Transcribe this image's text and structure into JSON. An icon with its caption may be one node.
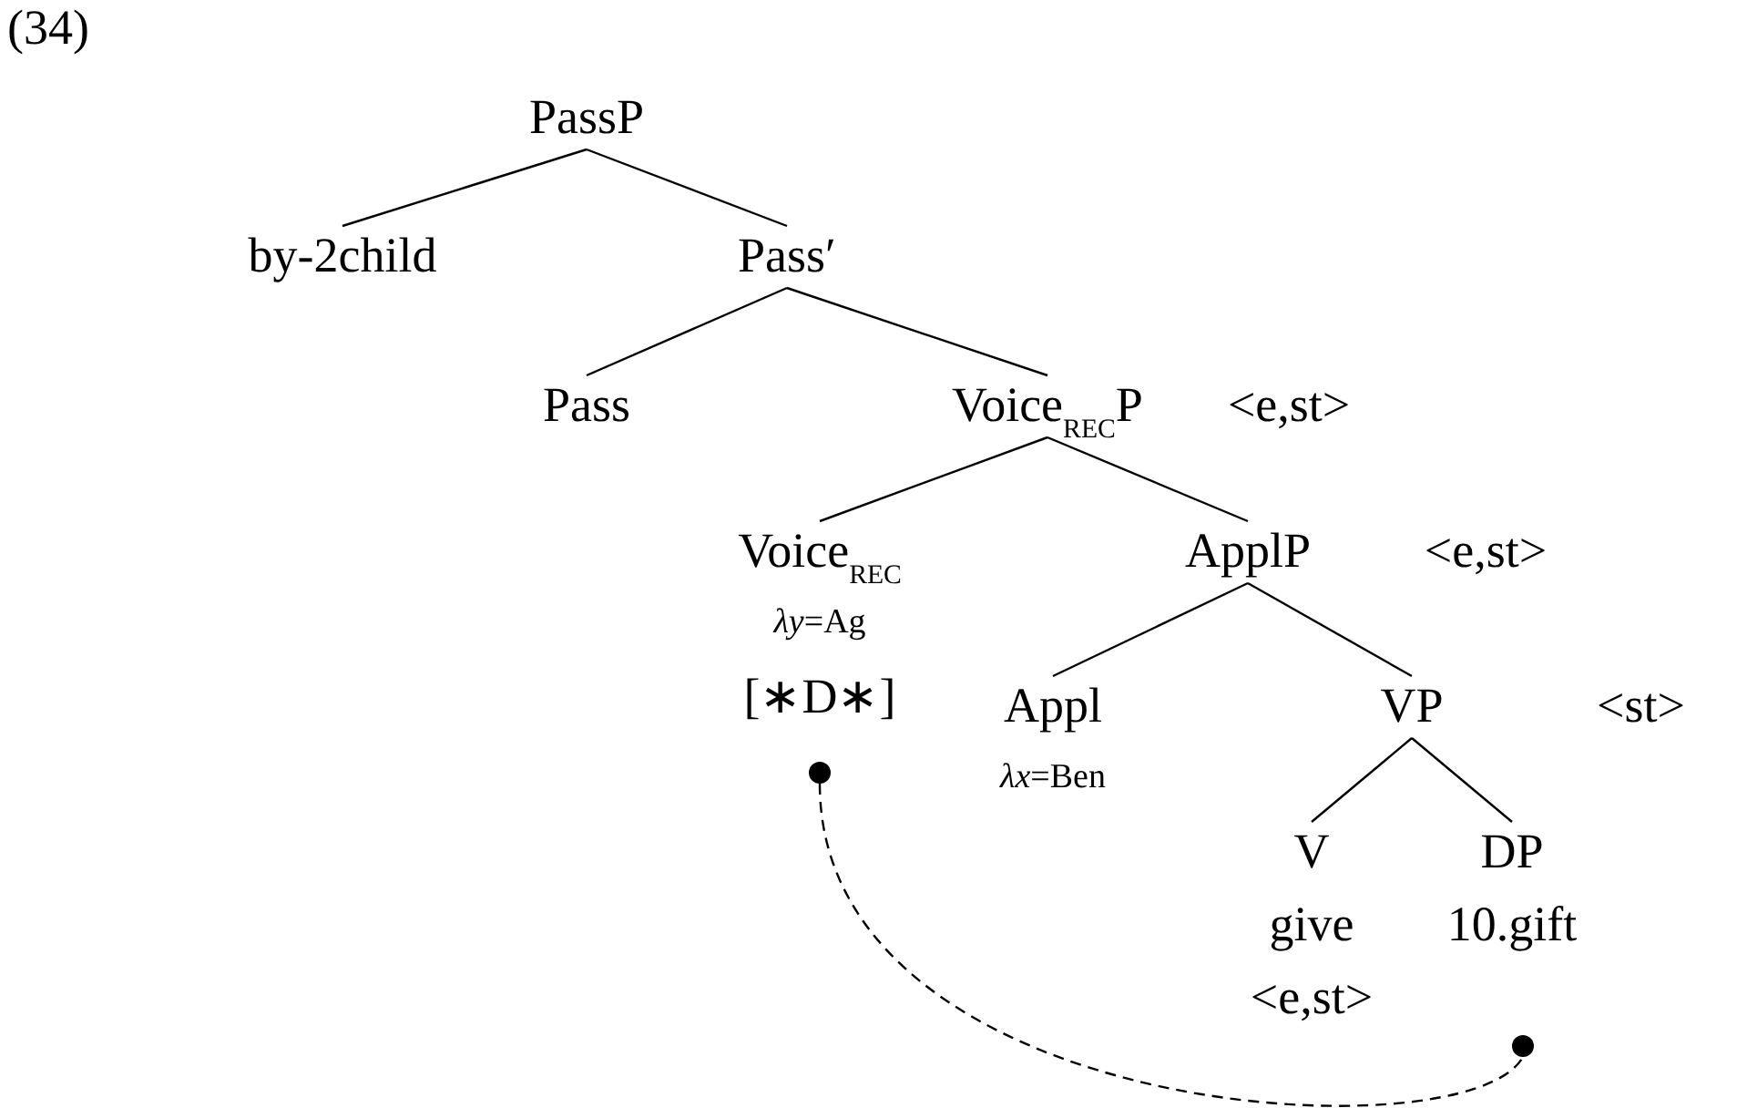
{
  "diagram": {
    "nodes": [
      {
        "text": [
          "PassP"
        ]
      },
      {
        "text": [
          "by-2child"
        ]
      },
      {
        "text": [
          "Pass′"
        ]
      },
      {
        "text": [
          "Pass"
        ]
      },
      {
        "text": [
          "Voice$_{REC}$P"
        ],
        "beside": [
          "<e,st>"
        ]
      },
      {
        "text": [
          "Voice$_{REC}$",
          "*λy*=Ag",
          "[∗D∗]"
        ]
      },
      {
        "text": [
          "ApplP"
        ],
        "beside": [
          "<e,st>"
        ]
      },
      {
        "text": [
          "Appl",
          "*λx*=Ben"
        ]
      },
      {
        "text": [
          "VP"
        ],
        "beside": [
          "<st>"
        ]
      },
      {
        "text": [
          "V",
          "give",
          "<e,st>"
        ]
      },
      {
        "text": [
          "DP",
          "10.gift"
        ]
      },
      {
        "text": [],
        "shape": "circle"
      },
      {
        "text": [],
        "shape": "circle"
      }
    ],
    "edges": [
      {
        "from": 0,
        "to": 1,
        "arrow": "none"
      },
      {
        "from": 0,
        "to": 2,
        "arrow": "none"
      },
      {
        "from": 2,
        "to": 3,
        "arrow": "none"
      },
      {
        "from": 2,
        "to": 4,
        "arrow": "none"
      },
      {
        "from": 4,
        "to": 5,
        "arrow": "none"
      },
      {
        "from": 4,
        "to": 6,
        "arrow": "none"
      },
      {
        "from": 6,
        "to": 7,
        "arrow": "none"
      },
      {
        "from": 6,
        "to": 8,
        "arrow": "none"
      },
      {
        "from": 8,
        "to": 9,
        "arrow": "none"
      },
      {
        "from": 8,
        "to": 10,
        "arrow": "none"
      },
      {
        "from": 11,
        "to": 12,
        "arrow": "none",
        "style": "dashed"
      }
    ],
    "labels": [
      "(34)"
    ]
  }
}
